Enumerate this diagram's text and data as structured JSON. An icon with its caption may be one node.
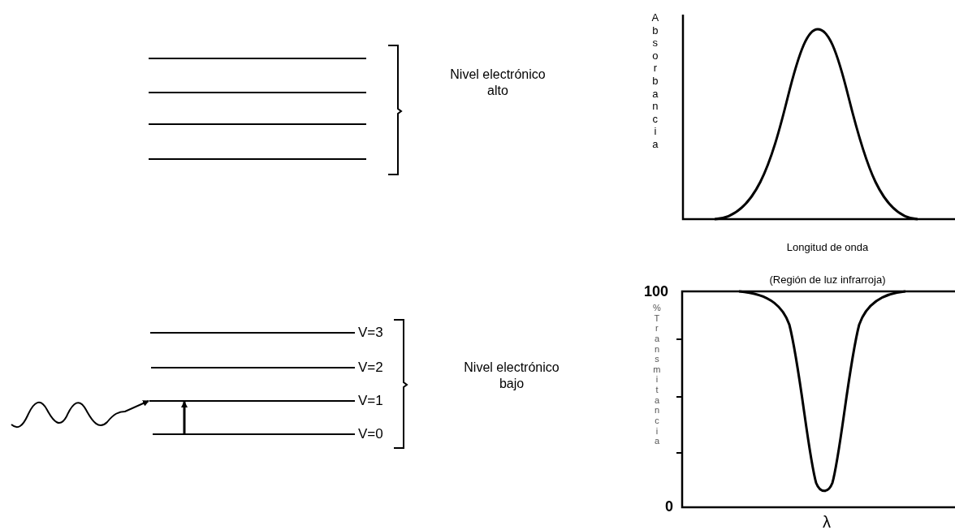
{
  "diagram": {
    "nodes": [
      {
        "text": [],
        "shape": "bar"
      },
      {
        "text": [],
        "shape": "bar"
      },
      {
        "text": [],
        "shape": "bar"
      },
      {
        "text": [],
        "shape": "bar"
      }
    ],
    "edges": [
      {
        "from": null,
        "to": 2,
        "arrow": "to"
      },
      {
        "from": 3,
        "to": 2,
        "arrow": "to"
      }
    ],
    "labels": [
      "Absorbancia",
      "Nivel electrónico alto",
      "Longitud de onda",
      "(Región de luz infrarroja)",
      "100",
      "%Transmitancia",
      "V=3",
      "V=2",
      "Nivel electrónico bajo",
      "V=1",
      "V=0",
      "0",
      "λ"
    ]
  }
}
